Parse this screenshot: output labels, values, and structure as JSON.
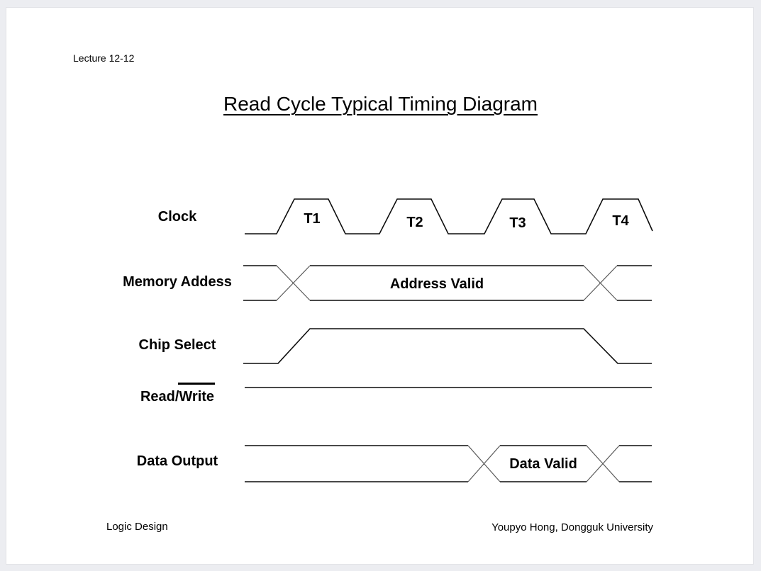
{
  "slide": {
    "lecture_label": "Lecture 12-12",
    "title": "Read Cycle Typical Timing Diagram",
    "footer_left": "Logic Design",
    "footer_right": "Youpyo Hong, Dongguk University"
  },
  "diagram": {
    "signals": [
      {
        "label": "Clock"
      },
      {
        "label": "Memory Addess",
        "bus_label": "Address Valid"
      },
      {
        "label": "Chip Select"
      },
      {
        "label_prefix": "Read/",
        "label_overlined": "Write"
      },
      {
        "label": "Data Output",
        "bus_label": "Data Valid"
      }
    ],
    "clock_phases": [
      "T1",
      "T2",
      "T3",
      "T4"
    ]
  },
  "colors": {
    "background": "#ecedf1",
    "page": "#ffffff",
    "line": "#000000",
    "text": "#000000"
  }
}
